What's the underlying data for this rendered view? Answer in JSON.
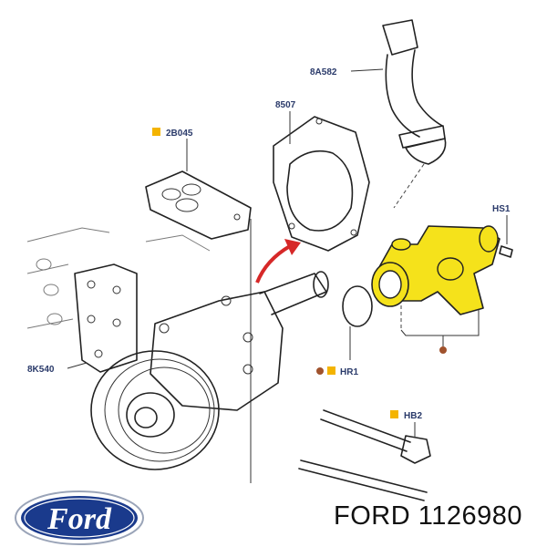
{
  "colors": {
    "label_text": "#2a3a6a",
    "marker_yellow": "#f4b400",
    "marker_brown": "#a0522d",
    "highlight_part": "#f5e21b",
    "arrow_red": "#d62828",
    "ford_blue": "#1a3a8c"
  },
  "labels": {
    "outlet_hose": "8A582",
    "gasket_large": "8507",
    "gasket_small": "2B045",
    "housing": "HS1",
    "bracket": "8K540",
    "o_ring": "HR1",
    "bolt": "HB2"
  },
  "logo": {
    "text": "Ford"
  },
  "caption": {
    "text": "FORD 1126980"
  }
}
